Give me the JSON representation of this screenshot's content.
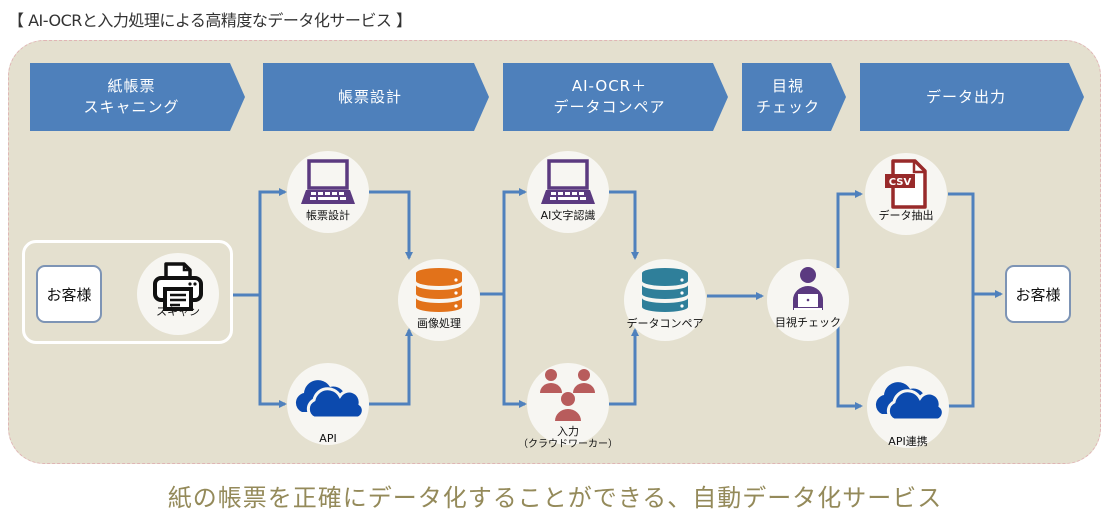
{
  "title": "【 AI-OCRと入力処理による高精度なデータ化サービス 】",
  "colors": {
    "step_fill": "#4e80bb",
    "panel_bg": "#e4e0cf",
    "arrow": "#4f81bd",
    "laptop": "#5b3a80",
    "db_orange": "#e2721a",
    "db_teal": "#2f7f9a",
    "cloud": "#0c4aae",
    "people": "#b85c5c",
    "csv": "#982a2a",
    "footer_text": "#948a5a"
  },
  "steps": [
    {
      "label": "紙帳票\nスキャニング"
    },
    {
      "label": "帳票設計"
    },
    {
      "label": "AI-OCR＋\nデータコンペア"
    },
    {
      "label": "目視\nチェック"
    },
    {
      "label": "データ出力"
    }
  ],
  "nodes": {
    "customer_in": {
      "label": "お客様"
    },
    "scan": {
      "label": "スキャン",
      "icon": "printer-icon"
    },
    "form_design": {
      "label": "帳票設計",
      "icon": "laptop-icon"
    },
    "api_in": {
      "label": "API",
      "icon": "cloud-icon"
    },
    "image_processing": {
      "label": "画像処理",
      "icon": "database-icon"
    },
    "ai_ocr": {
      "label": "AI文字認識",
      "icon": "laptop-icon"
    },
    "input": {
      "label": "入力",
      "sublabel": "（クラウドワーカー）",
      "icon": "people-icon"
    },
    "data_compare": {
      "label": "データコンペア",
      "icon": "database-icon"
    },
    "visual_check": {
      "label": "目視チェック",
      "icon": "person-laptop-icon"
    },
    "data_extract": {
      "label": "データ抽出",
      "icon": "csv-file-icon",
      "icon_text": "CSV"
    },
    "api_link": {
      "label": "API連携",
      "icon": "cloud-icon"
    },
    "customer_out": {
      "label": "お客様"
    }
  },
  "footer": "紙の帳票を正確にデータ化することができる、自動データ化サービス"
}
